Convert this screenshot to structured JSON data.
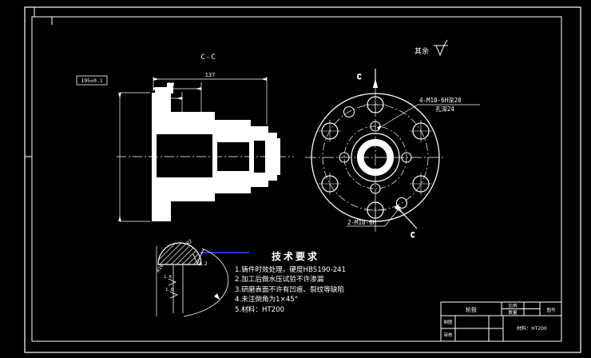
{
  "canvas": {
    "background": "#000000",
    "line_color": "#ffffff",
    "selected_line_color": "#2f2fe0"
  },
  "section_view": {
    "title": "C-C",
    "dim_overall": "137",
    "dim_step": "30",
    "dim_small": "22",
    "dim_boxed": "195±0.1"
  },
  "front_view": {
    "surface_prefix": "其余",
    "callout_tapped4_line1": "4-M10-6H深20",
    "callout_tapped4_line2": "孔深24",
    "callout_tapped2": "2-M10-6H",
    "section_mark_top": "C",
    "section_mark_bottom": "C"
  },
  "detail_view": {
    "roughness": "3.2",
    "stem_roughness_1": "1.6",
    "stem_roughness_2": "1.6",
    "radius_top": "R2",
    "radius_left": "R10"
  },
  "tech_requirements": {
    "title": "技术要求",
    "items": [
      "1.铸件时效处理，硬度HBS190-241",
      "2.加工后做水压试验不许渗漏",
      "3.研磨表面不许有凹痕、裂纹等缺陷",
      "4.未注倒角为1×45°",
      "5.材料：HT200"
    ]
  },
  "title_block": {
    "part_name": "轮毂",
    "scale_label": "比例",
    "qty_label": "数量",
    "drawing_no_label": "图号",
    "drawn_label": "制图",
    "checked_label": "审核",
    "material_text": "材料：HT200"
  }
}
